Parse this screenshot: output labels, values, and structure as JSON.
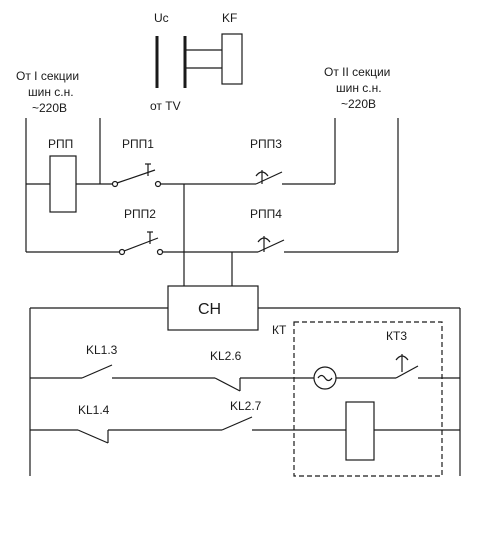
{
  "labels": {
    "uc": "Uc",
    "kf": "KF",
    "ot_tv": "от TV",
    "source1": [
      "От I секции",
      "шин с.н.",
      "~220В"
    ],
    "source2": [
      "От II секции",
      "шин с.н.",
      "~220В"
    ],
    "rpp": "РПП",
    "rpp1": "РПП1",
    "rpp2": "РПП2",
    "rpp3": "РПП3",
    "rpp4": "РПП4",
    "ch": "СН",
    "kt": "КТ",
    "kt3": "КТ3",
    "kl13": "KL1.3",
    "kl14": "KL1.4",
    "kl26": "KL2.6",
    "kl27": "KL2.7"
  }
}
